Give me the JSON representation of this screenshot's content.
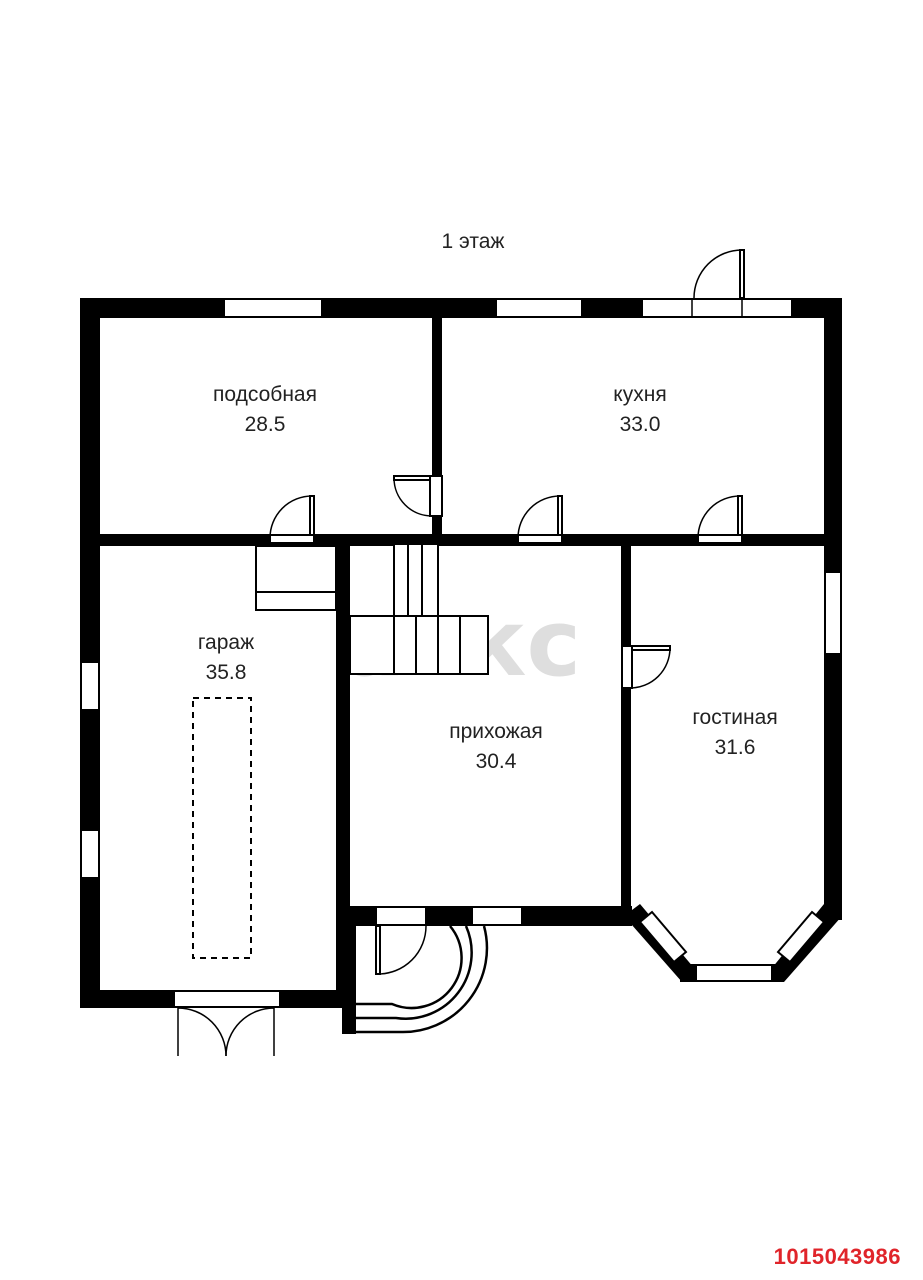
{
  "floor_title": "1 этаж",
  "watermark": "аякс",
  "listing_id": "1015043986",
  "rooms": {
    "utility": {
      "name": "подсобная",
      "area": "28.5"
    },
    "kitchen": {
      "name": "кухня",
      "area": "33.0"
    },
    "garage": {
      "name": "гараж",
      "area": "35.8"
    },
    "hallway": {
      "name": "прихожая",
      "area": "30.4"
    },
    "living": {
      "name": "гостиная",
      "area": "31.6"
    }
  },
  "colors": {
    "wall": "#000000",
    "text": "#222222",
    "id_stamp": "#e0242a",
    "watermark": "#d9d9d9"
  }
}
